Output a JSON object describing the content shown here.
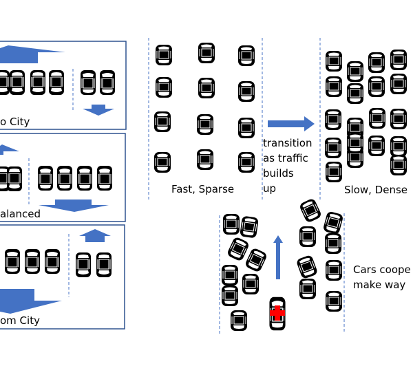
{
  "colors": {
    "arrow": "#4472C4",
    "box_border": "#2F528F",
    "lane_divider": "#4472C4",
    "car_body": "#000000",
    "car_window": "#ffffff",
    "ambulance_cross": "#ff0000"
  },
  "panels": {
    "to_city": {
      "caption": "o City",
      "left_cars": 4,
      "right_cars": 2,
      "left_flow": "up",
      "right_flow": "down"
    },
    "balanced": {
      "caption": "alanced",
      "left_cars": 2,
      "right_cars": 4,
      "left_flow": "up",
      "right_flow": "down"
    },
    "from_city": {
      "caption": "om City",
      "left_cars": 3,
      "right_cars": 2,
      "left_flow": "down",
      "right_flow": "up"
    }
  },
  "traffic_states": {
    "sparse": {
      "caption": "Fast, Sparse",
      "car_count": 12
    },
    "transition": {
      "caption": "transition\nas traffic\nbuilds\nup",
      "arrow_direction": "right"
    },
    "dense": {
      "caption": "Slow, Dense",
      "car_count": 19
    }
  },
  "emergency": {
    "caption": "Cars coope\nmake way",
    "vehicle": "ambulance",
    "arrow_direction": "up",
    "car_count": 16
  }
}
